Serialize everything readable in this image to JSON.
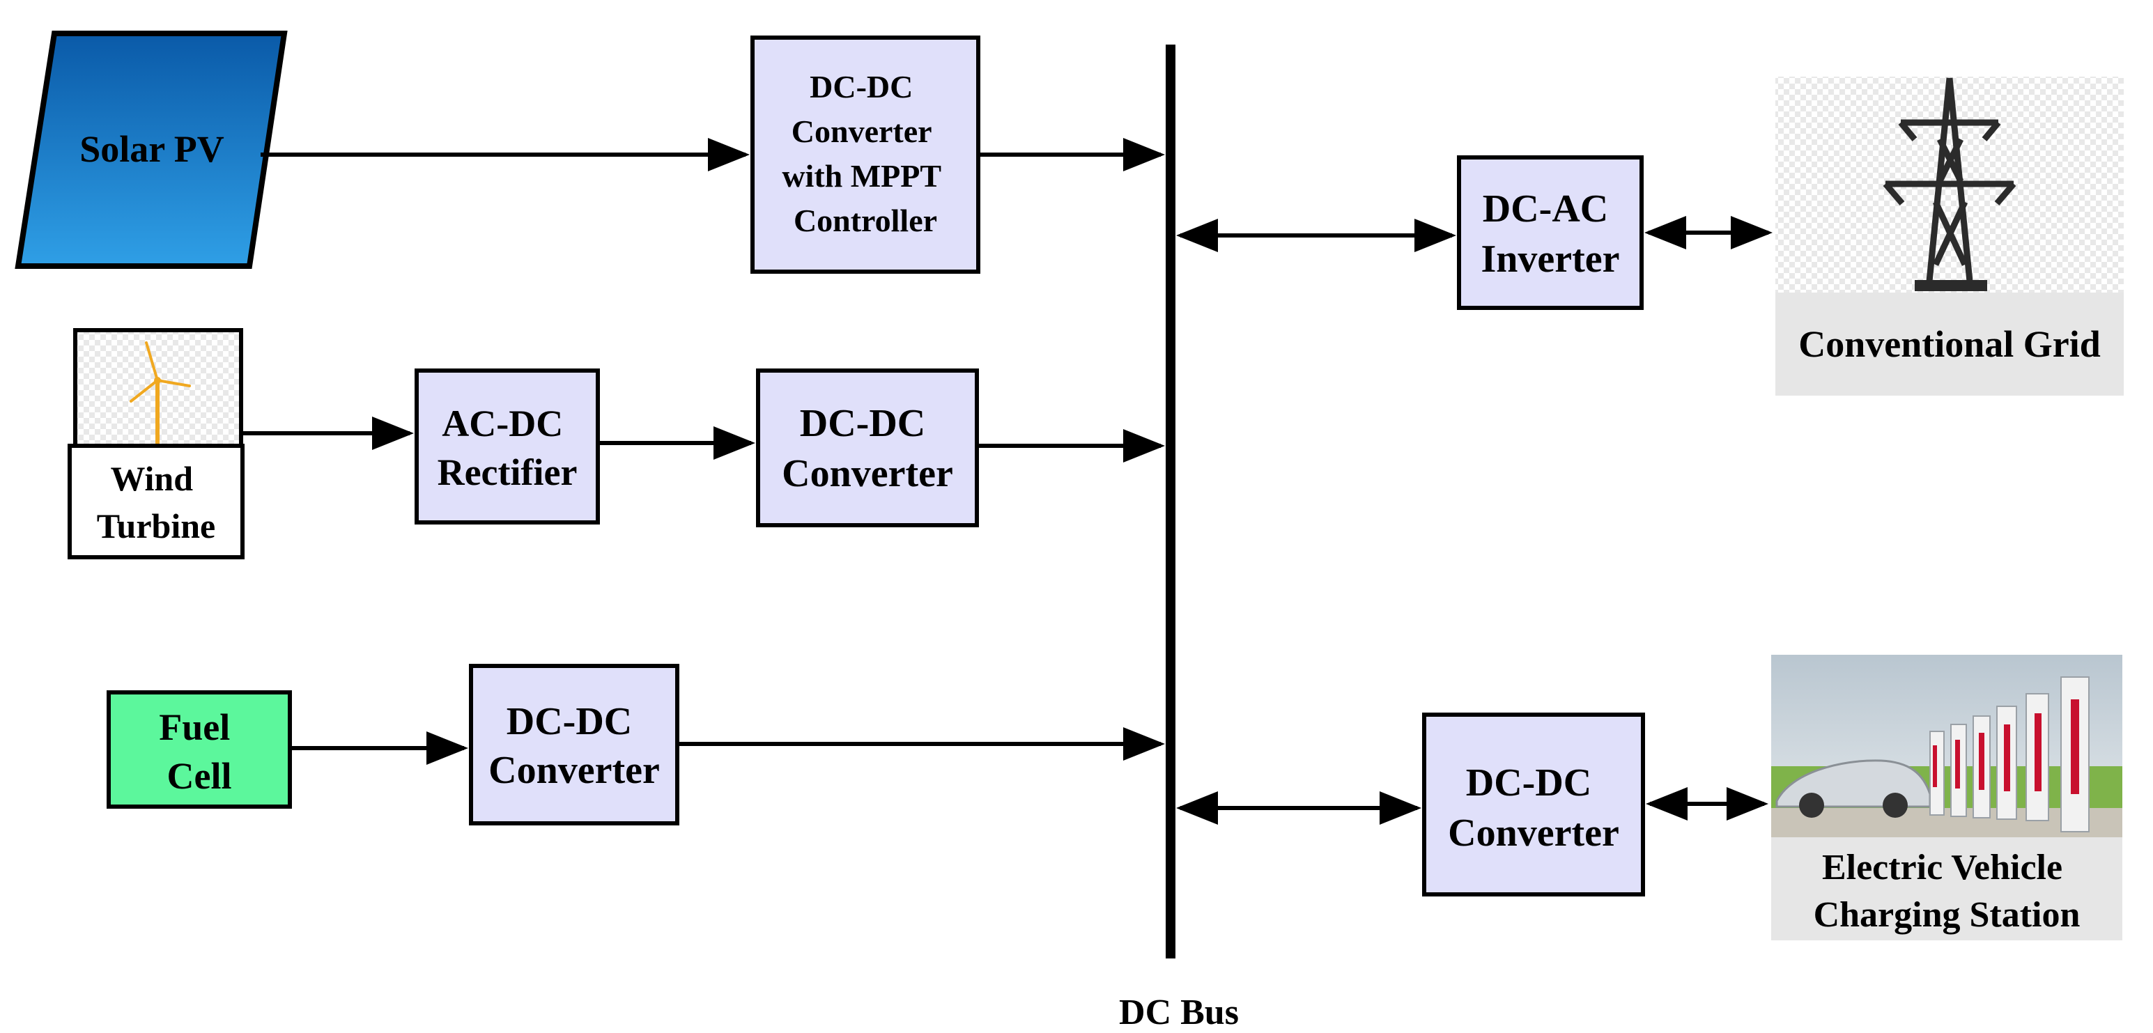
{
  "colors": {
    "converter_fill": "#e0e0fa",
    "solar_fill_top": "#0a5aa8",
    "solar_fill_bottom": "#2f9fe6",
    "fuel_cell_fill": "#5cf79c",
    "caption_bg": "#e6e6e6",
    "tower": "#2b2b2b",
    "turbine": "#f0a820"
  },
  "sources": {
    "solar": {
      "label": "Solar PV"
    },
    "wind": {
      "label": [
        "Wind",
        "Turbine"
      ],
      "icon": "wind-turbine-icon"
    },
    "fuel_cell": {
      "label": [
        "Fuel",
        "Cell"
      ]
    }
  },
  "blocks": {
    "solar_converter": [
      "DC-DC",
      "Converter",
      "with MPPT",
      "Controller"
    ],
    "rectifier": [
      "AC-DC",
      "Rectifier"
    ],
    "wind_converter": [
      "DC-DC",
      "Converter"
    ],
    "fuel_converter": [
      "DC-DC",
      "Converter"
    ],
    "inverter": [
      "DC-AC",
      "Inverter"
    ],
    "ev_converter": [
      "DC-DC",
      "Converter"
    ]
  },
  "loads": {
    "grid": {
      "label": "Conventional Grid",
      "icon": "transmission-tower-icon"
    },
    "ev": {
      "label": [
        "Electric Vehicle",
        "Charging Station"
      ],
      "icon": "ev-charging-station-icon"
    }
  },
  "bus": {
    "label": "DC Bus"
  }
}
